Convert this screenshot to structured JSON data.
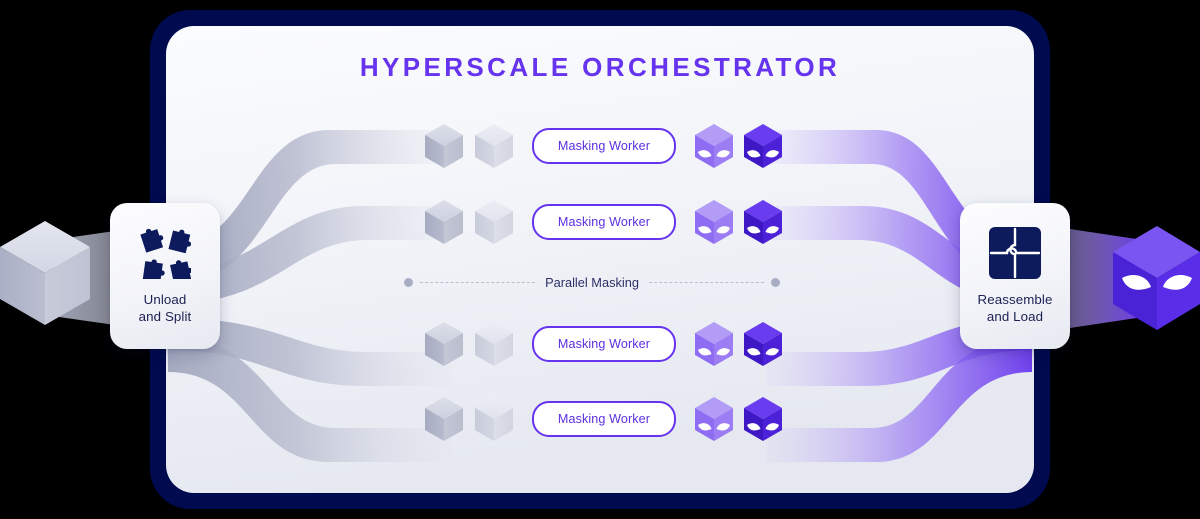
{
  "diagram": {
    "title": "HYPERSCALE ORCHESTRATOR",
    "colors": {
      "frame_border": "#000a4e",
      "panel_bg_top": "#f7f8fc",
      "panel_bg_bottom": "#e6e9f1",
      "accent_purple": "#6633ee",
      "accent_purple_light": "#9b7bf0",
      "title_purple": "#6633ee",
      "node_icon_navy": "#0d1a5c",
      "node_label_navy": "#1c2152",
      "grey_cube_dark": "#b3b7c9",
      "grey_cube_light": "#d3d6e2",
      "divider_dot": "#a9adc4",
      "divider_line": "#b9bccf",
      "background": "#000000"
    },
    "input": {
      "name": "input-cube",
      "icon": "grey-cube-icon",
      "flow": "grey-input-stream"
    },
    "output": {
      "name": "output-cube",
      "icon": "masked-purple-cube-icon",
      "flow": "purple-output-stream"
    },
    "nodes": [
      {
        "id": "unload-and-split",
        "label_line1": "Unload",
        "label_line2": "and Split",
        "icon": "scattered-puzzle-pieces-icon"
      },
      {
        "id": "reassemble-and-load",
        "label_line1": "Reassemble",
        "label_line2": "and Load",
        "icon": "assembled-puzzle-square-icon"
      }
    ],
    "divider": {
      "label": "Parallel Masking",
      "left_dot": "endpoint-dot",
      "right_dot": "endpoint-dot",
      "line_style": "dashed"
    },
    "workers": [
      {
        "label": "Masking Worker",
        "in_cubes": [
          "grey-cube-icon",
          "grey-cube-icon"
        ],
        "out_cubes": [
          "masked-light-purple-cube-icon",
          "masked-dark-purple-cube-icon"
        ]
      },
      {
        "label": "Masking Worker",
        "in_cubes": [
          "grey-cube-icon",
          "grey-cube-icon"
        ],
        "out_cubes": [
          "masked-light-purple-cube-icon",
          "masked-dark-purple-cube-icon"
        ]
      },
      {
        "label": "Masking Worker",
        "in_cubes": [
          "grey-cube-icon",
          "grey-cube-icon"
        ],
        "out_cubes": [
          "masked-light-purple-cube-icon",
          "masked-dark-purple-cube-icon"
        ]
      },
      {
        "label": "Masking Worker",
        "in_cubes": [
          "grey-cube-icon",
          "grey-cube-icon"
        ],
        "out_cubes": [
          "masked-light-purple-cube-icon",
          "masked-dark-purple-cube-icon"
        ]
      }
    ]
  }
}
